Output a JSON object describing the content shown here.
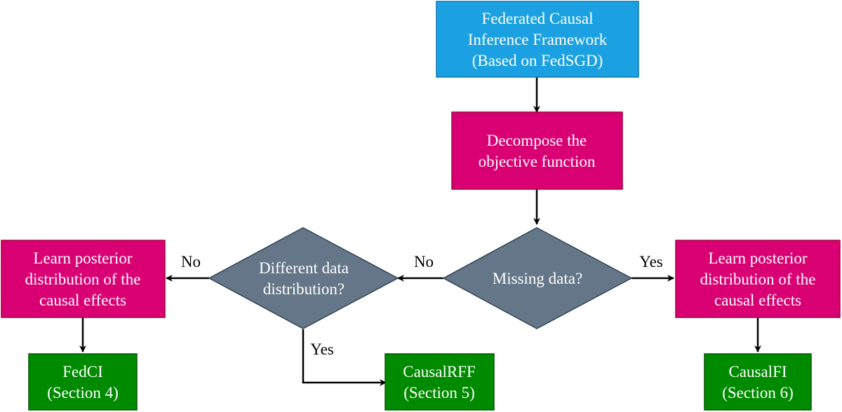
{
  "colors": {
    "framework_fill": "#1ba1e2",
    "framework_stroke": "#0e76b3",
    "process_fill": "#d80073",
    "process_stroke": "#a50040",
    "decision_fill": "#647687",
    "decision_stroke": "#314354",
    "method_fill": "#008a00",
    "method_stroke": "#005700",
    "edge": "#000000"
  },
  "nodes": {
    "framework": {
      "lines": [
        "Federated Causal",
        "Inference Framework",
        "(Based on FedSGD)"
      ]
    },
    "decompose": {
      "lines": [
        "Decompose the",
        "objective function"
      ]
    },
    "missing": {
      "lines": [
        "Missing data?"
      ]
    },
    "different": {
      "lines": [
        "Different data",
        "distribution?"
      ]
    },
    "learn_left": {
      "lines": [
        "Learn posterior",
        "distribution of the",
        "causal effects"
      ]
    },
    "learn_right": {
      "lines": [
        "Learn posterior",
        "distribution of the",
        "causal effects"
      ]
    },
    "fedci": {
      "lines": [
        "FedCI",
        "(Section 4)"
      ]
    },
    "causalrff": {
      "lines": [
        "CausalRFF",
        "(Section 5)"
      ]
    },
    "causalfi": {
      "lines": [
        "CausalFI",
        "(Section 6)"
      ]
    }
  },
  "edge_labels": {
    "missing_no": "No",
    "missing_yes": "Yes",
    "different_no": "No",
    "different_yes": "Yes"
  }
}
